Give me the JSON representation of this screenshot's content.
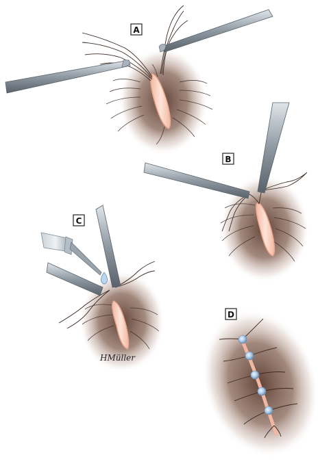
{
  "panels": [
    {
      "label": "A"
    },
    {
      "label": "B"
    },
    {
      "label": "C"
    },
    {
      "label": "D"
    }
  ],
  "signature": "HMüller",
  "colors": {
    "skin_shadow": "#6b4a3c",
    "wound": "#f4c9b6",
    "wound_edge": "#e6a68c",
    "hair": "#3a2a22",
    "forceps": "#8a949c",
    "forceps_light": "#c8d0d6",
    "glue_drop": "#bcd6f0"
  }
}
